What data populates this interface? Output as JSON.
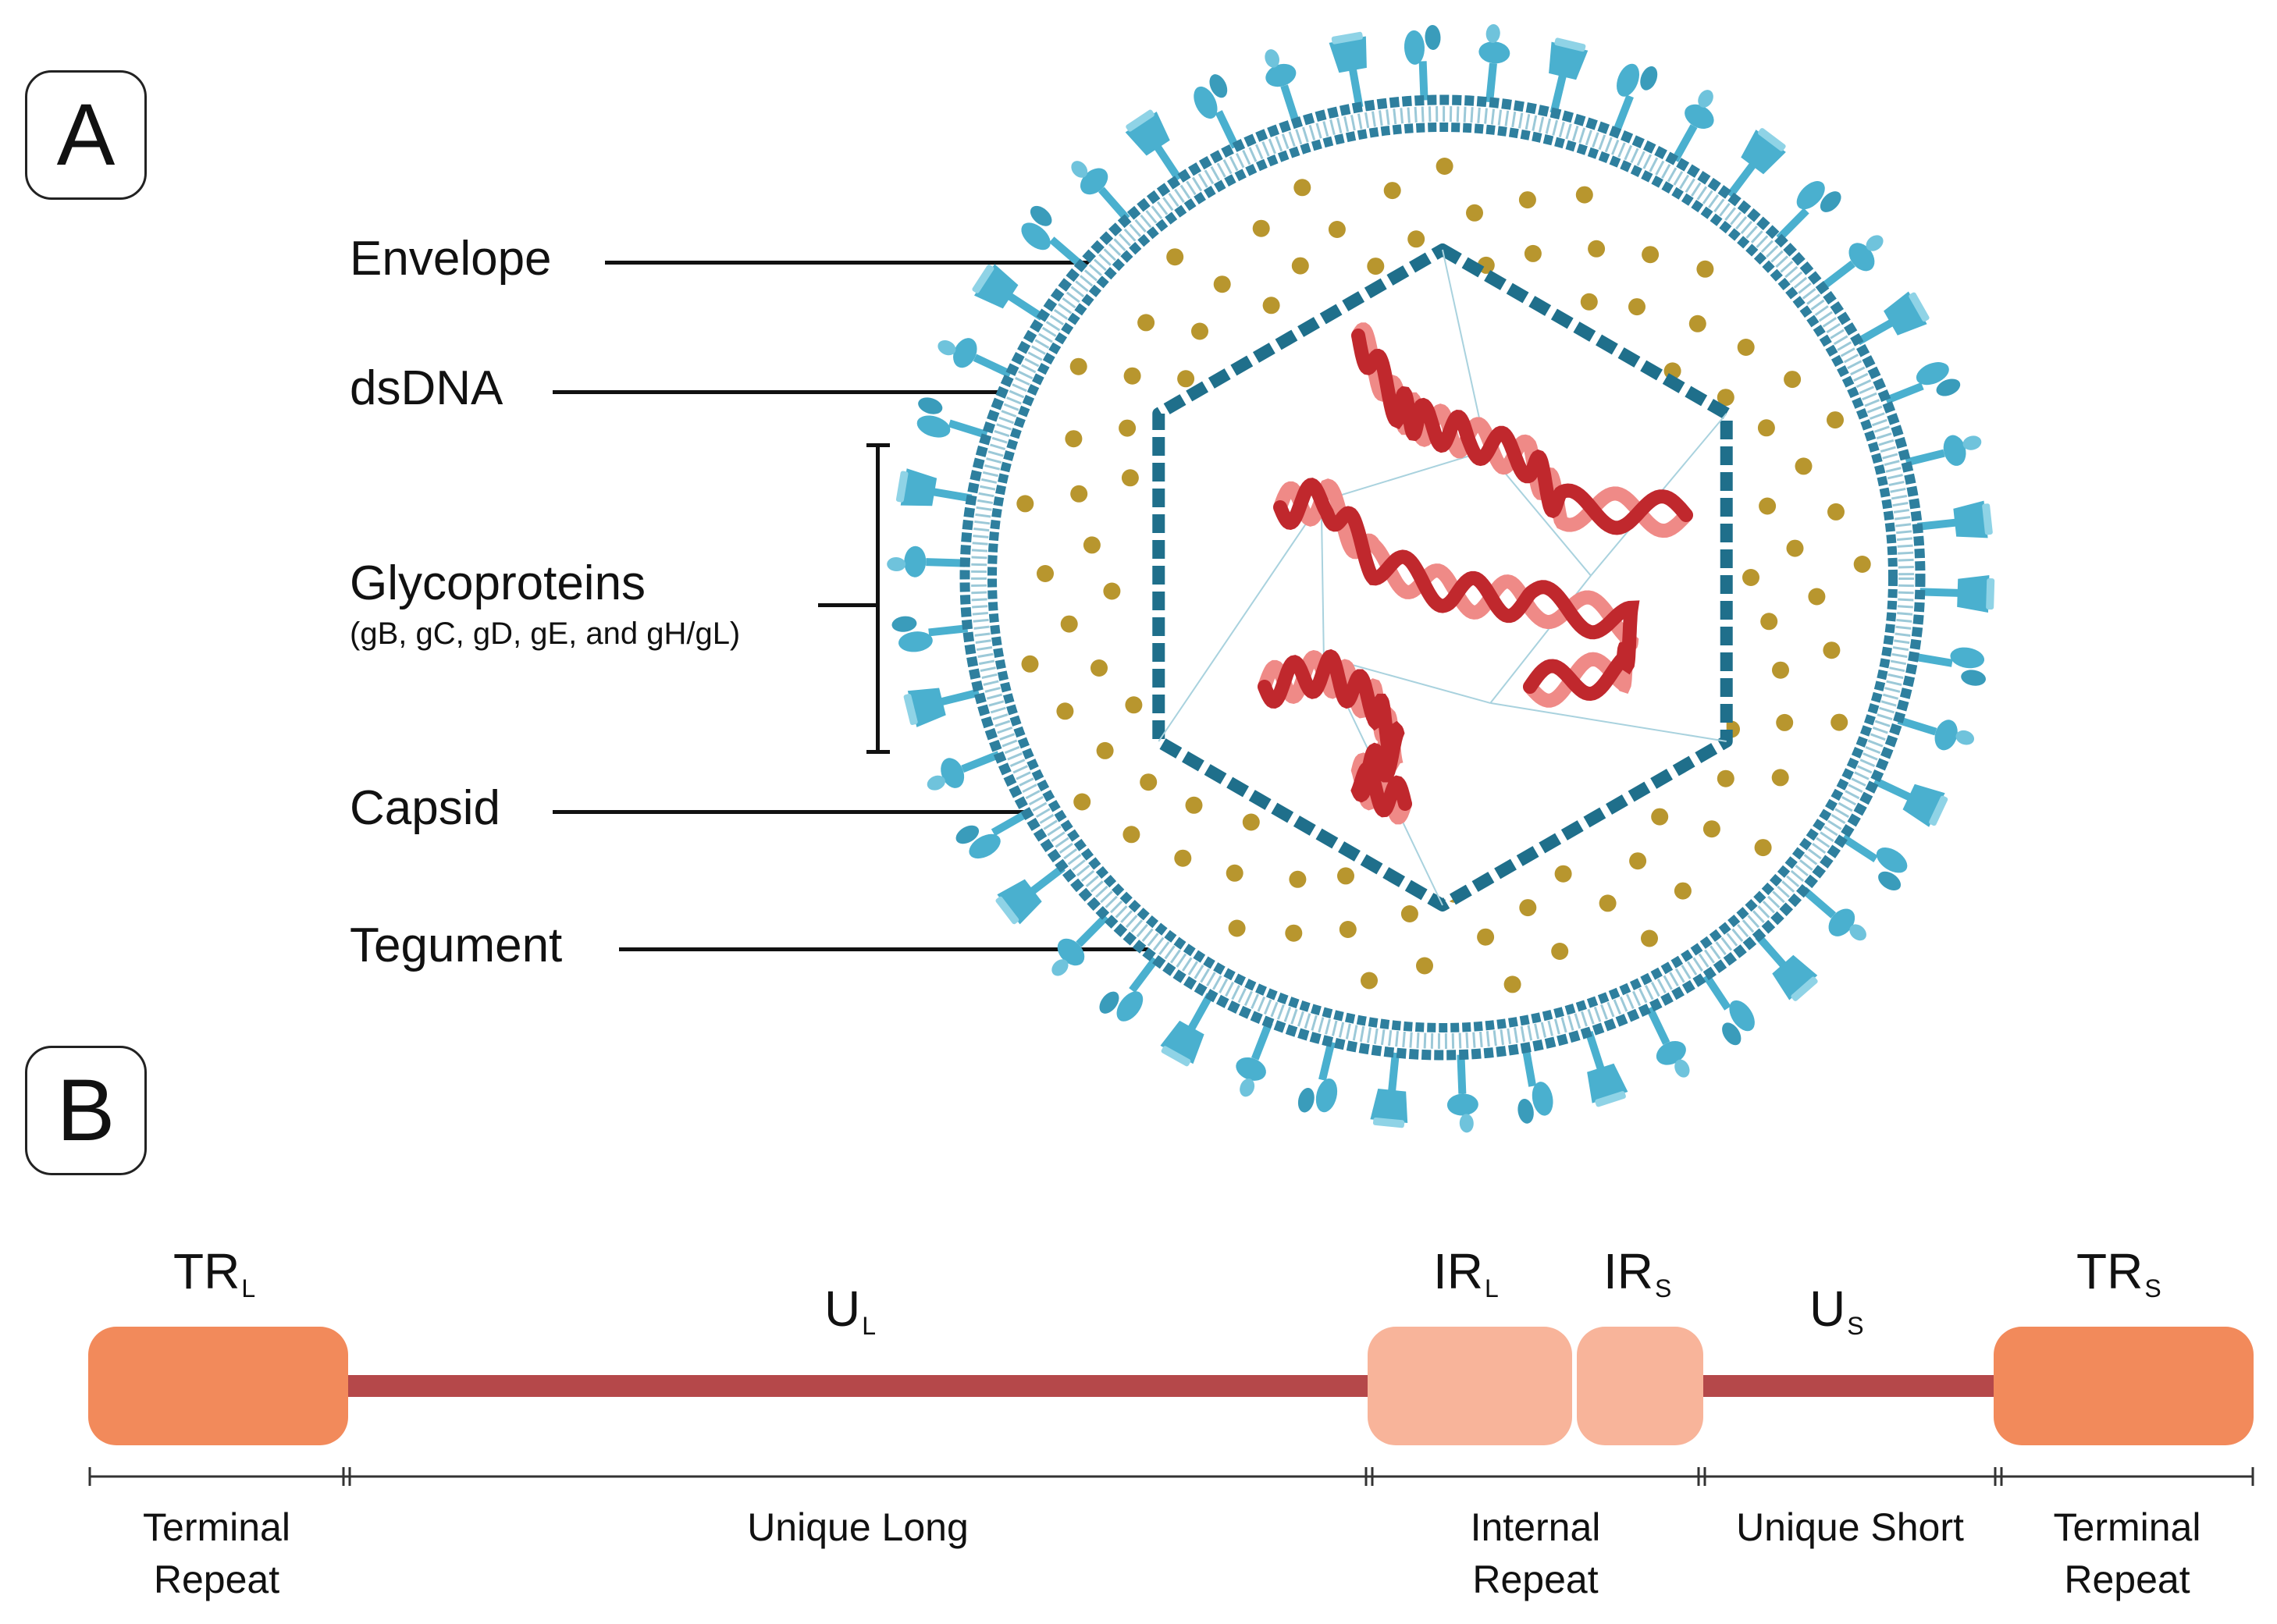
{
  "panels": {
    "a": "A",
    "b": "B"
  },
  "virion_labels": {
    "envelope": "Envelope",
    "dsdna": "dsDNA",
    "glycoproteins": "Glycoproteins",
    "glycoproteins_sub": "(gB, gC, gD, gE, and gH/gL)",
    "capsid": "Capsid",
    "tegument": "Tegument"
  },
  "genome": {
    "regions": [
      {
        "main": "TR",
        "sub": "L",
        "segment": [
          "Terminal",
          "Repeat"
        ],
        "color": "#f28a5b"
      },
      {
        "main": "U",
        "sub": "L",
        "segment": [
          "Unique Long"
        ],
        "color": "#b5484a"
      },
      {
        "main": "IR",
        "sub": "L",
        "segment": [
          "Internal",
          "Repeat"
        ],
        "color": "#f8b49a"
      },
      {
        "main": "IR",
        "sub": "S",
        "segment": [],
        "color": "#f8b49a"
      },
      {
        "main": "U",
        "sub": "S",
        "segment": [
          "Unique Short"
        ],
        "color": "#b5484a"
      },
      {
        "main": "TR",
        "sub": "S",
        "segment": [
          "Terminal",
          "Repeat"
        ],
        "color": "#f28a5b"
      }
    ]
  },
  "colors": {
    "membrane": "#2e7f9e",
    "glycoprotein": "#4ab0cf",
    "capsid": "#1f6f8b",
    "tegument": "#b8962e",
    "dna_dark": "#c0282d",
    "dna_light": "#ef8a87"
  }
}
